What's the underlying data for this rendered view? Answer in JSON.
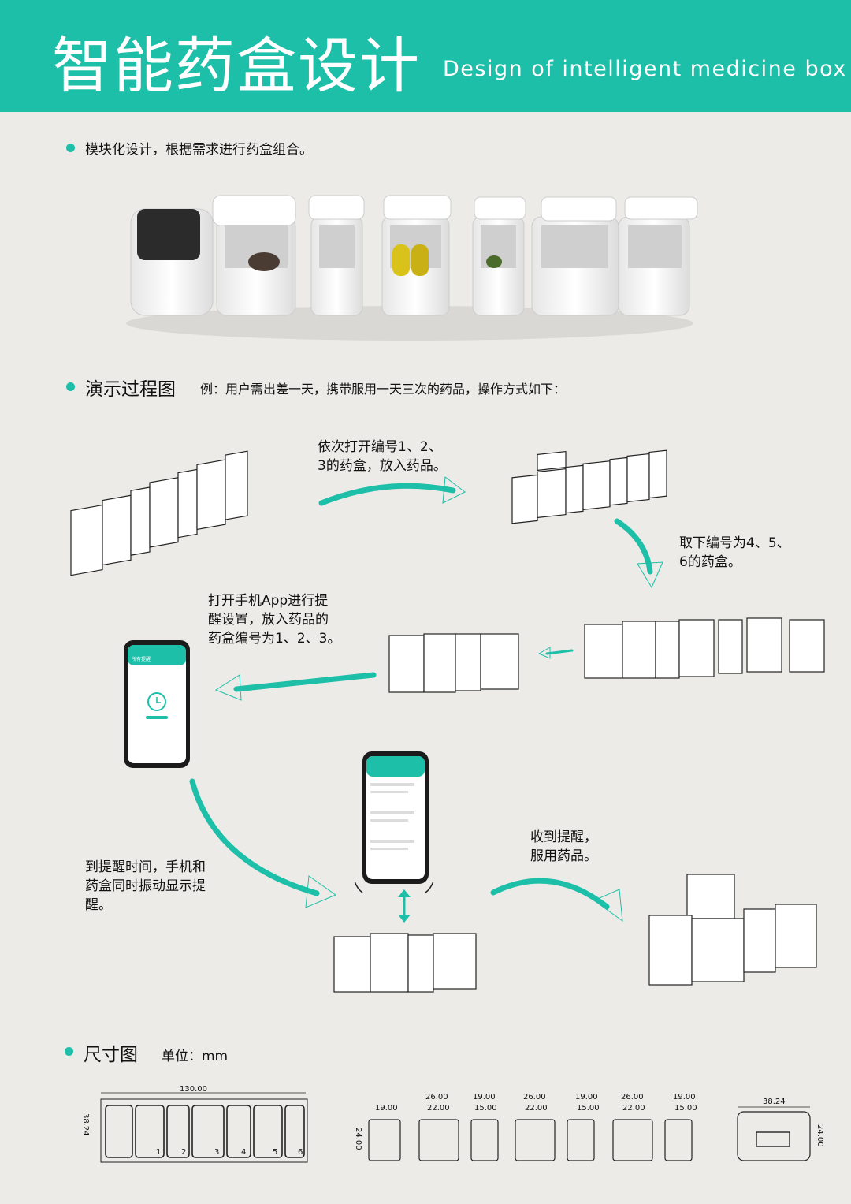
{
  "header": {
    "title_cn": "智能药盒设计",
    "title_en": "Design of intelligent medicine box"
  },
  "sections": {
    "modular": {
      "text": "模块化设计，根据需求进行药盒组合。"
    },
    "demo": {
      "title": "演示过程图",
      "example": "例：用户需出差一天，携带服用一天三次的药品，操作方式如下："
    },
    "size": {
      "title": "尺寸图",
      "unit": "单位：mm"
    }
  },
  "steps": {
    "step1": [
      "依次打开编号1、2、",
      "3的药盒，放入药品。"
    ],
    "step2": [
      "取下编号为4、5、",
      "6的药盒。"
    ],
    "step3": [
      "打开手机App进行提",
      "醒设置，放入药品的",
      "药盒编号为1、2、3。"
    ],
    "step4": [
      "到提醒时间，手机和",
      "药盒同时振动显示提",
      "醒。"
    ],
    "step5": [
      "收到提醒，",
      "服用药品。"
    ]
  },
  "phone": {
    "screen_title": "所有提醒"
  },
  "dimensions": {
    "top_view": {
      "width": "130.00",
      "height": "38.24",
      "labels": [
        "1",
        "2",
        "3",
        "4",
        "5",
        "6"
      ]
    },
    "side_height": "24.00",
    "modules": [
      {
        "outer": "19.00",
        "inner": ""
      },
      {
        "outer": "26.00",
        "inner": "22.00"
      },
      {
        "outer": "19.00",
        "inner": "15.00"
      },
      {
        "outer": "26.00",
        "inner": "22.00"
      },
      {
        "outer": "19.00",
        "inner": "15.00"
      },
      {
        "outer": "26.00",
        "inner": "22.00"
      },
      {
        "outer": "19.00",
        "inner": "15.00"
      }
    ],
    "end_view": {
      "width": "38.24",
      "height": "24.00"
    }
  },
  "colors": {
    "accent": "#1dbfa8",
    "background": "#ecebe7"
  }
}
